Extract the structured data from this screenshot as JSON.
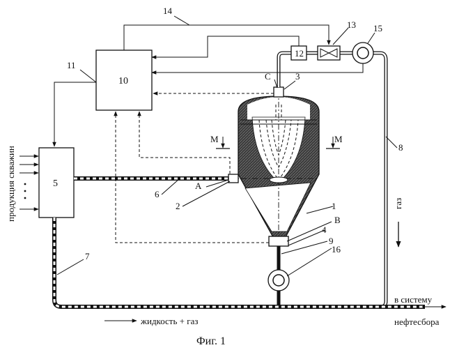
{
  "labels": {
    "n1": "1",
    "n2": "2",
    "n3": "3",
    "n4": "4",
    "n5": "5",
    "n6": "6",
    "n7": "7",
    "n8": "8",
    "n9": "9",
    "n10": "10",
    "n11": "11",
    "n12": "12",
    "n13": "13",
    "n14": "14",
    "n15": "15",
    "n16": "16",
    "A": "A",
    "B": "B",
    "C": "C",
    "M": "M"
  },
  "text": {
    "inflow_left": "продукция скважин",
    "gas": "газ",
    "outlet_line1": "в систему",
    "outlet_line2": "нефтесбора",
    "bottom_flow": "жидкость + газ",
    "caption": "Фиг. 1"
  }
}
